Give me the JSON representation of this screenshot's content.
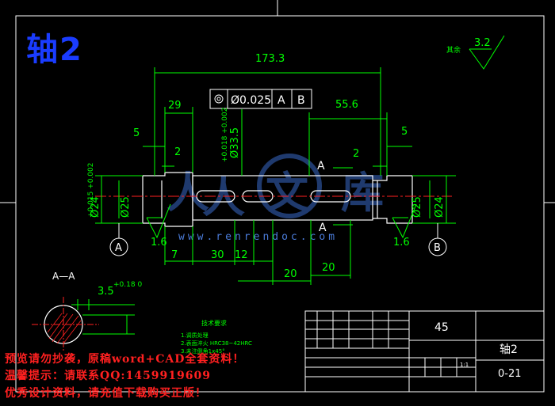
{
  "title": "轴2",
  "roughness": {
    "label": "其余",
    "value": "3.2"
  },
  "dims": {
    "overall": "173.3",
    "left_step": "29",
    "right_step": "55.6",
    "left_chamfer_w": "5",
    "right_chamfer_w": "5",
    "left_2": "2",
    "right_2": "2",
    "center_dia": "Ø33.5",
    "center_tol": "+0.018 +0.002",
    "left_dia": "Ø25",
    "left_dia_tol": "+0.015 +0.002",
    "left_groove": "Ø24",
    "right_dia": "Ø25",
    "right_groove": "Ø24",
    "bottom_7": "7",
    "bottom_30": "30",
    "bottom_12": "12",
    "bottom_20a": "20",
    "bottom_20b": "20",
    "left_ra": "1.6",
    "right_ra": "1.6",
    "keyway": "3.5",
    "keyway_tol": "+0.18 0"
  },
  "runout": {
    "value": "Ø0.025",
    "datum_a": "A",
    "datum_b": "B"
  },
  "datums": {
    "a": "A",
    "b": "B"
  },
  "section": {
    "label": "A—A",
    "cut_a": "A"
  },
  "notes": {
    "heading": "技术要求",
    "items": [
      "1.调质处理",
      "2.表面淬火 HRC38~42HRC",
      "3.未注倒角1x45°"
    ]
  },
  "titleblock": {
    "material": "45",
    "name": "轴2",
    "code": "0-21",
    "scale": "1:1"
  },
  "watermark": "www.renrendoc.com",
  "overlay": {
    "line1": "预览请勿抄袭，原稿word+CAD全套资料！",
    "line2": "温馨提示：请联系QQ:1459919609",
    "line3": "优秀设计资料，请充值下载购买正版！"
  },
  "colors": {
    "bg": "#000000",
    "outline": "#ffffff",
    "dim": "#00ff00",
    "center": "#ff2020",
    "title": "#1a3cff",
    "overlay": "#ff2020",
    "watermark": "#4a7bd8"
  }
}
